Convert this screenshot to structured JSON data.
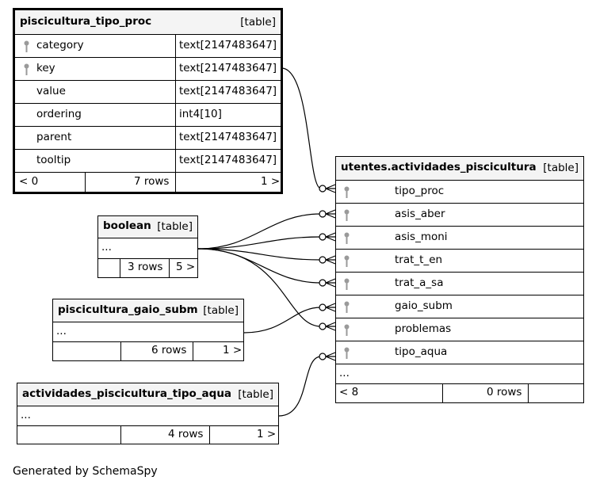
{
  "tables": {
    "tipo_proc": {
      "name": "piscicultura_tipo_proc",
      "kind": "[table]",
      "columns": [
        {
          "name": "category",
          "type": "text[2147483647]",
          "key": true
        },
        {
          "name": "key",
          "type": "text[2147483647]",
          "key": true
        },
        {
          "name": "value",
          "type": "text[2147483647]",
          "key": false
        },
        {
          "name": "ordering",
          "type": "int4[10]",
          "key": false
        },
        {
          "name": "parent",
          "type": "text[2147483647]",
          "key": false
        },
        {
          "name": "tooltip",
          "type": "text[2147483647]",
          "key": false
        }
      ],
      "footer": {
        "left": "< 0",
        "rows": "7 rows",
        "right": "1 >"
      }
    },
    "utentes": {
      "name": "utentes.actividades_piscicultura",
      "kind": "[table]",
      "columns": [
        "tipo_proc",
        "asis_aber",
        "asis_moni",
        "trat_t_en",
        "trat_a_sa",
        "gaio_subm",
        "problemas",
        "tipo_aqua"
      ],
      "ellipsis": "...",
      "footer": {
        "left": "< 8",
        "rows": "0 rows",
        "right": ""
      }
    },
    "boolean": {
      "name": "boolean",
      "kind": "[table]",
      "ellipsis": "...",
      "footer": {
        "left": "",
        "rows": "3 rows",
        "right": "5 >"
      }
    },
    "gaio_subm": {
      "name": "piscicultura_gaio_subm",
      "kind": "[table]",
      "ellipsis": "...",
      "footer": {
        "left": "",
        "rows": "6 rows",
        "right": "1 >"
      }
    },
    "tipo_aqua": {
      "name": "actividades_piscicultura_tipo_aqua",
      "kind": "[table]",
      "ellipsis": "...",
      "footer": {
        "left": "",
        "rows": "4 rows",
        "right": "1 >"
      }
    }
  },
  "footer_text": "Generated by SchemaSpy",
  "colors": {
    "header_bg": "#f4f4f4",
    "line": "#000000",
    "key_icon": "#9a9a9a"
  }
}
